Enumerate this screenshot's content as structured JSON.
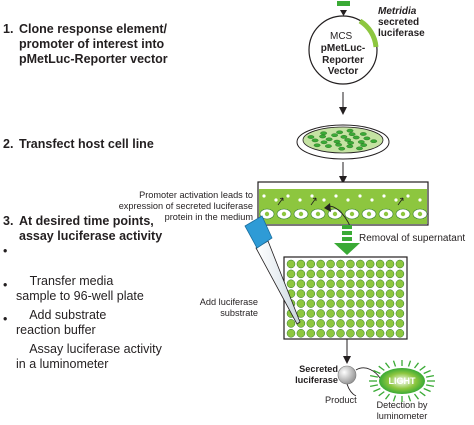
{
  "steps": [
    {
      "number": "1.",
      "text": "Clone response element/\npromoter of interest into\npMetLuc-Reporter vector"
    },
    {
      "number": "2.",
      "text": "Transfect host cell line"
    },
    {
      "number": "3.",
      "text": "At desired time points,\nassay luciferase activity"
    }
  ],
  "bullets": [
    {
      "symbol": "•",
      "text": "Transfer media\nsample to 96-well plate"
    },
    {
      "symbol": "•",
      "text": "Add substrate\nreaction buffer"
    },
    {
      "symbol": "•",
      "text": "Assay luciferase activity\nin a luminometer"
    }
  ],
  "vector": {
    "mcs": "MCS",
    "name": "pMetLuc-\nReporter\nVector",
    "gene_italic": "Metridia",
    "gene_rest": "secreted\nluciferase"
  },
  "labels": {
    "promoter_activation": "Promoter activation leads to\nexpression of secreted luciferase\nprotein in the medium",
    "removal": "Removal of supernatant",
    "add_substrate": "Add luciferase\nsubstrate",
    "secreted_luciferase": "Secreted\nluciferase",
    "product": "Product",
    "light": "LIGHT",
    "detection": "Detection by\nluminometer"
  },
  "colors": {
    "green": "#3aaa35",
    "light_green": "#8dc63f",
    "pale_green": "#c5e3a3",
    "blue": "#2e9bd6",
    "text": "#231f20"
  }
}
